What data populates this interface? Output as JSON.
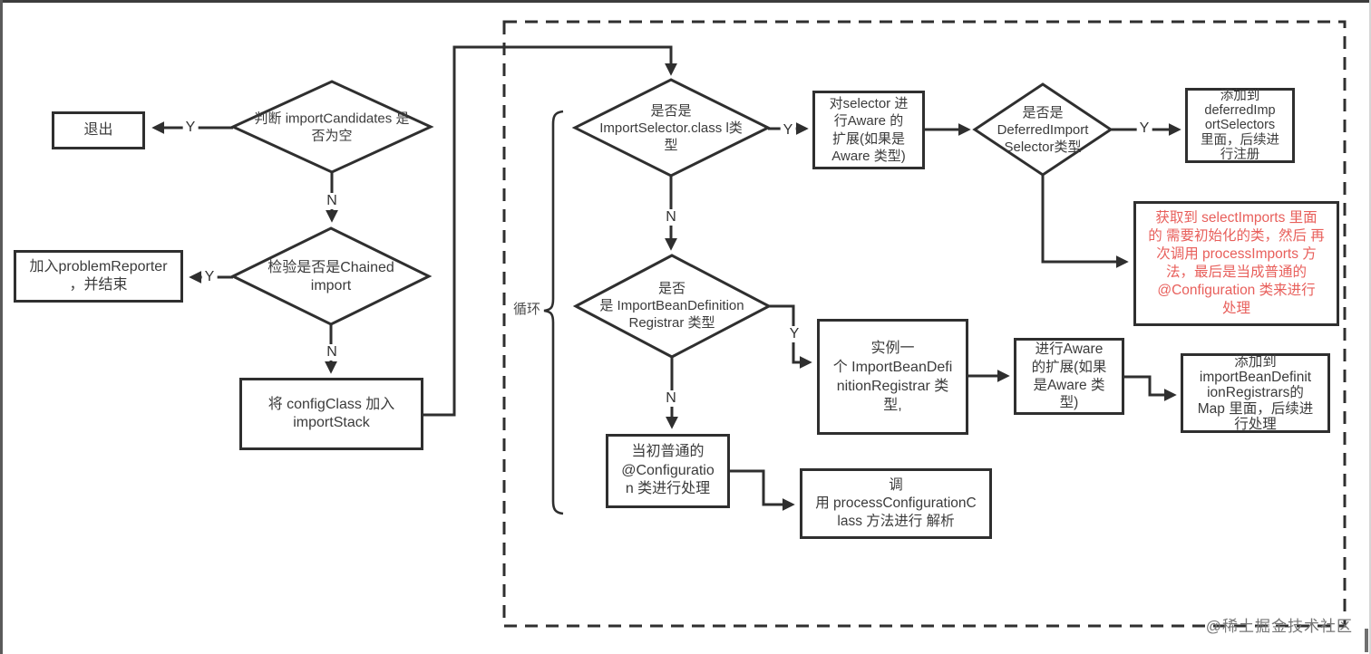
{
  "watermark": "@稀土掘金技术社区",
  "loop_label": "循环",
  "edge_labels": {
    "yes": "Y",
    "no": "N"
  },
  "colors": {
    "line": "#2f2f2f",
    "text": "#3b3b3b",
    "note_red": "#e85f5b",
    "watermark_gray": "#757575",
    "background": "#ffffff"
  },
  "nodes": {
    "exit_box": "退出",
    "judge_empty_diamond": "判断 importCandidates 是\n否为空",
    "problem_reporter_box": "加入problemReporter\n，并结束",
    "chained_import_diamond": "检验是否是Chained\nimport",
    "import_stack_box": "将 configClass 加入\nimportStack",
    "import_selector_diamond": "是否是\nImportSelector.class l类\n型",
    "aware_selector_box": "对selector 进\n行Aware 的\n扩展(如果是\nAware 类型)",
    "deferred_selector_diamond": "是否是\nDeferredImport\nSelector类型",
    "deferred_add_box": "添加到\ndeferredImp\nortSelectors\n里面，后续进\n行注册",
    "select_imports_note": "获取到 selectImports 里面\n的 需要初始化的类，然后 再\n次调用 processImports 方\n法，最后是当成普通的\n@Configuration 类来进行\n处理",
    "registrar_diamond": "是否\n是 ImportBeanDefinition\nRegistrar 类型",
    "registrar_instance_box": "实例一\n个 ImportBeanDefi\nnitionRegistrar 类\n型,",
    "aware_registrar_box": "进行Aware\n的扩展(如果\n是Aware 类\n型)",
    "map_add_box": "添加到\nimportBeanDefinit\nionRegistrars的\nMap 里面，后续进\n行处理",
    "plain_config_box": "当初普通的\n@Configuratio\nn 类进行处理",
    "process_config_box": "调\n用 processConfigurationC\nlass 方法进行 解析"
  }
}
